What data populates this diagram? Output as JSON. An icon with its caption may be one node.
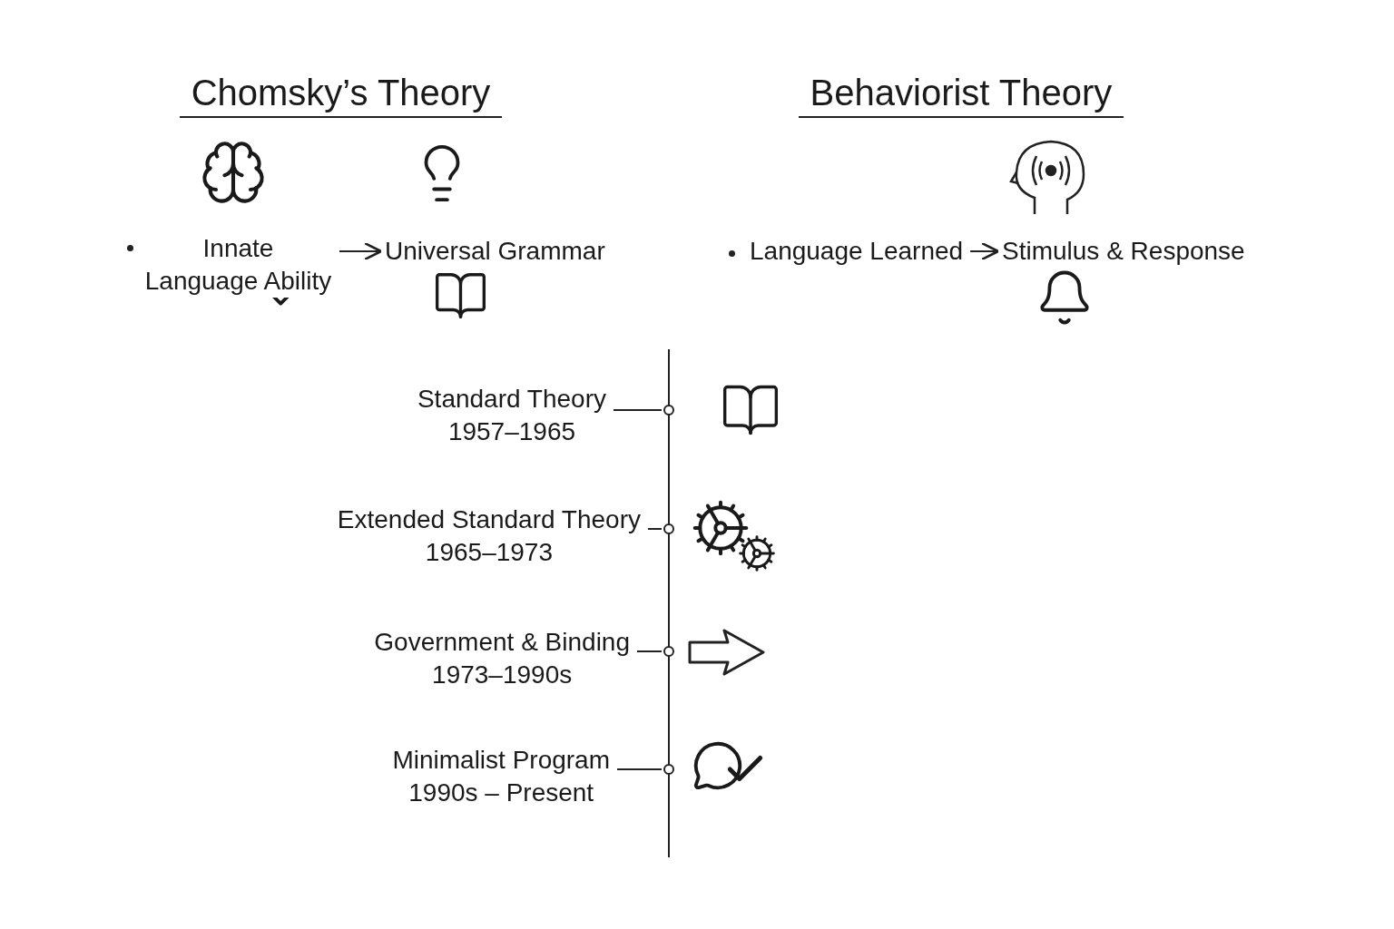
{
  "diagram": {
    "nodes": [
      {
        "text": [
          "Innate Language Ability"
        ]
      },
      {
        "text": [
          "Universal Grammar"
        ]
      },
      {
        "text": [
          "Language Learned"
        ]
      },
      {
        "text": [
          "Stimulus & Response"
        ]
      },
      {
        "text": [
          "Standard Theory",
          "1957–1965"
        ]
      },
      {
        "text": [],
        "shape": "circle"
      },
      {
        "text": [
          "Extended Standard Theory",
          "1965–1973"
        ]
      },
      {
        "text": [],
        "shape": "circle"
      },
      {
        "text": [
          "Government & Binding",
          "1973–1990s"
        ]
      },
      {
        "text": [],
        "shape": "circle"
      },
      {
        "text": [
          "Minimalist Program",
          "1990s – Present"
        ]
      },
      {
        "text": [],
        "shape": "circle"
      }
    ],
    "edges": [
      {
        "from": 0,
        "to": 1,
        "arrow": "to"
      },
      {
        "from": 2,
        "to": 3,
        "arrow": "to"
      },
      {
        "from": 4,
        "to": 5,
        "arrow": "none"
      },
      {
        "from": 6,
        "to": 7,
        "arrow": "none"
      },
      {
        "from": 8,
        "to": 9,
        "arrow": "none"
      },
      {
        "from": 10,
        "to": 11,
        "arrow": "none"
      }
    ],
    "labels": [
      "Chomsky’s Theory",
      "Behaviorist Theory"
    ]
  }
}
